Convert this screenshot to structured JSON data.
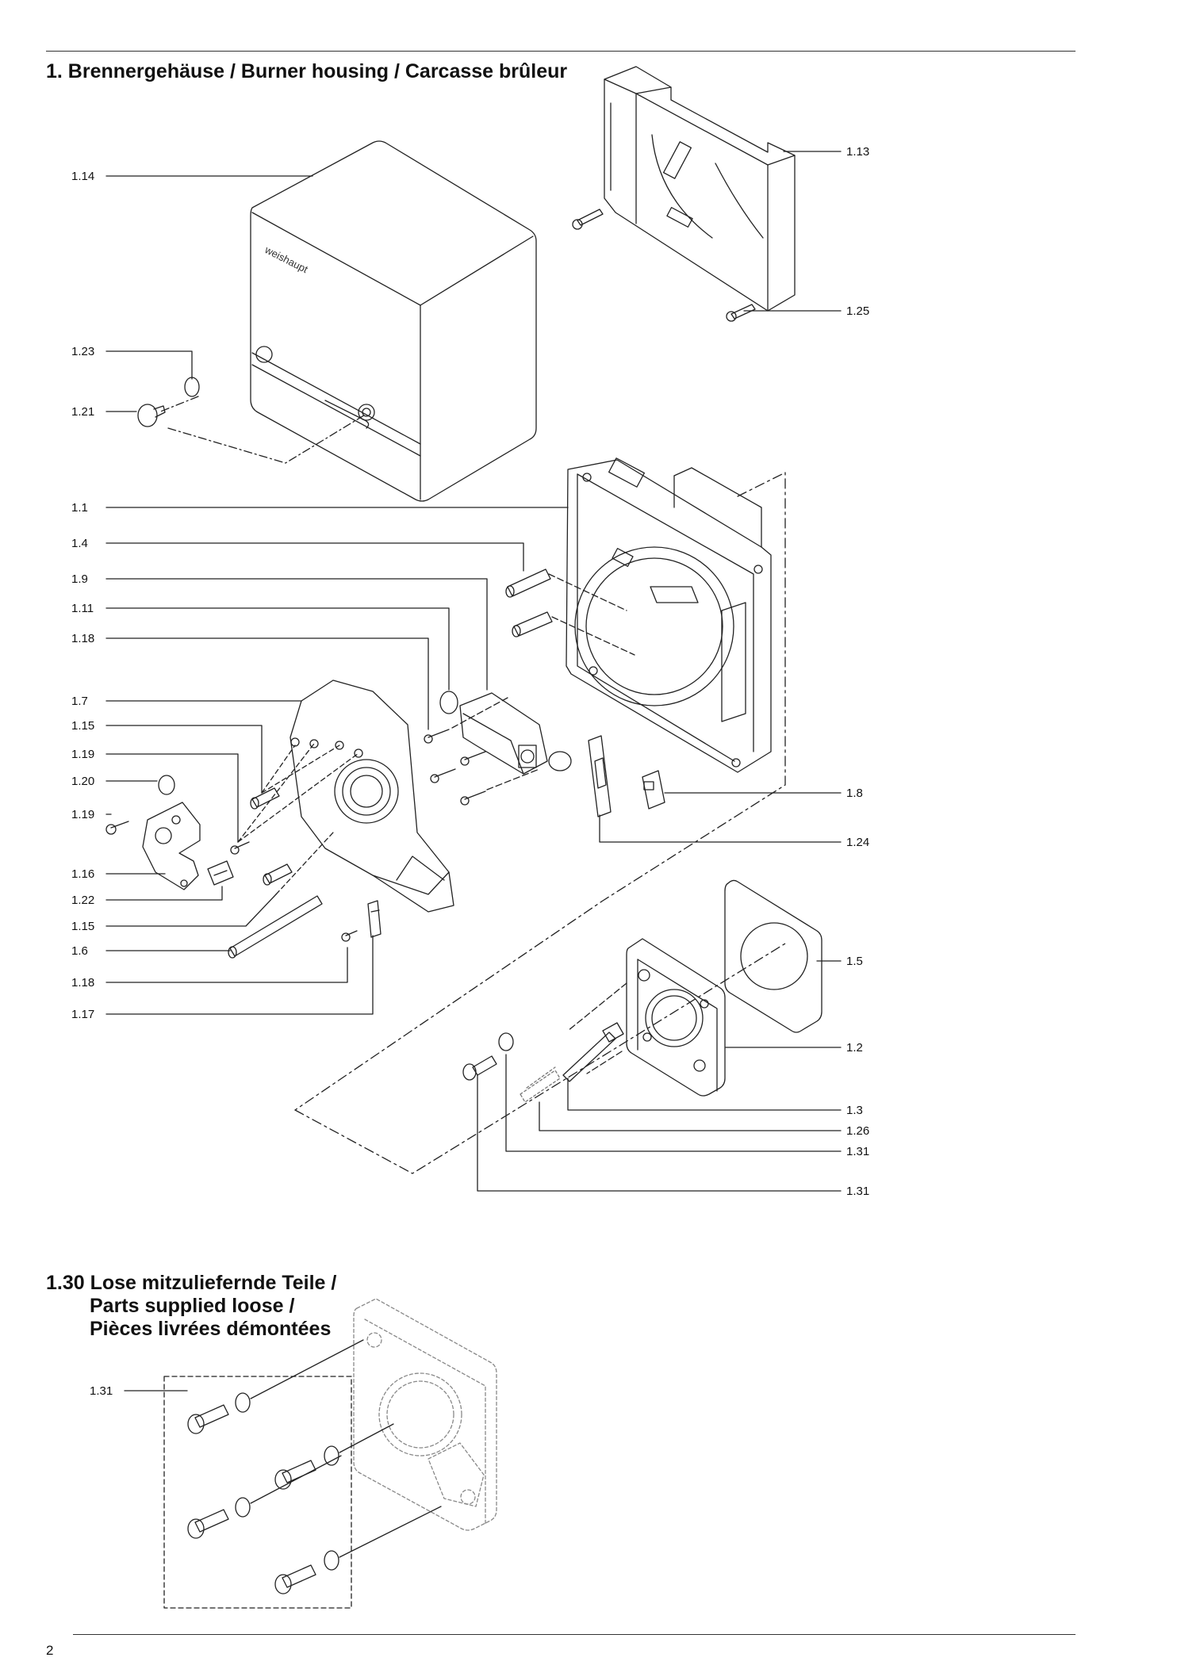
{
  "section_main": {
    "title": "1. Brennergehäuse / Burner housing / Carcasse brûleur"
  },
  "section_loose": {
    "title_lines": [
      "1.30 Lose mitzuliefernde Teile /",
      "Parts supplied loose /",
      "Pièces livrées démontées"
    ]
  },
  "callouts_left": [
    "1.14",
    "1.23",
    "1.21",
    "1.1",
    "1.4",
    "1.9",
    "1.11",
    "1.18",
    "1.7",
    "1.15",
    "1.19",
    "1.20",
    "1.19",
    "1.16",
    "1.22",
    "1.15",
    "1.6",
    "1.18",
    "1.17"
  ],
  "callouts_right": [
    "1.13",
    "1.25",
    "1.8",
    "1.24",
    "1.5",
    "1.2",
    "1.3",
    "1.26",
    "1.31",
    "1.31"
  ],
  "callout_loose": "1.31",
  "brand_text": "weishaupt",
  "page_number": "2"
}
